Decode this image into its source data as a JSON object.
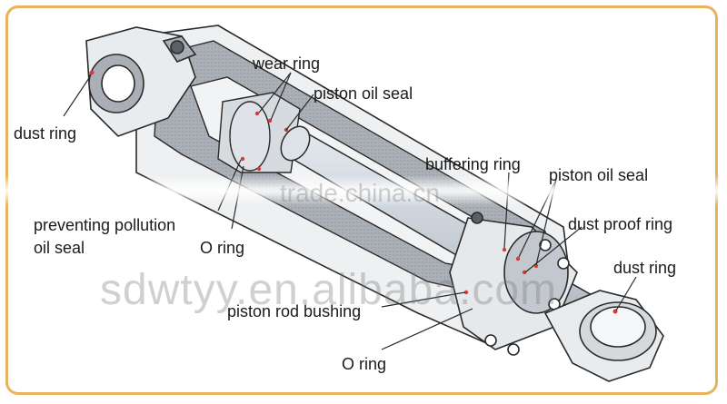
{
  "labels": {
    "wear_ring": "wear ring",
    "piston_oil_seal_1": "piston oil seal",
    "dust_ring_left": "dust ring",
    "buffering_ring": "buffering ring",
    "piston_oil_seal_2": "piston oil seal",
    "preventing_pollution_line1": "preventing pollution",
    "preventing_pollution_line2": "oil seal",
    "o_ring_1": "O ring",
    "dust_proof_ring": "dust proof ring",
    "dust_ring_right": "dust ring",
    "piston_rod_bushing": "piston rod bushing",
    "o_ring_2": "O ring"
  },
  "watermarks": {
    "trade": "trade.china.cn",
    "alibaba": "sdwtyy.en.alibaba.com"
  },
  "colors": {
    "frame": "#e9b25c",
    "line": "#2a2a2a",
    "body_fill": "#e8ebee",
    "section_fill": "#a7adb3",
    "rod_fill": "#c9d0d8",
    "seal_dot": "#d43b3b"
  }
}
